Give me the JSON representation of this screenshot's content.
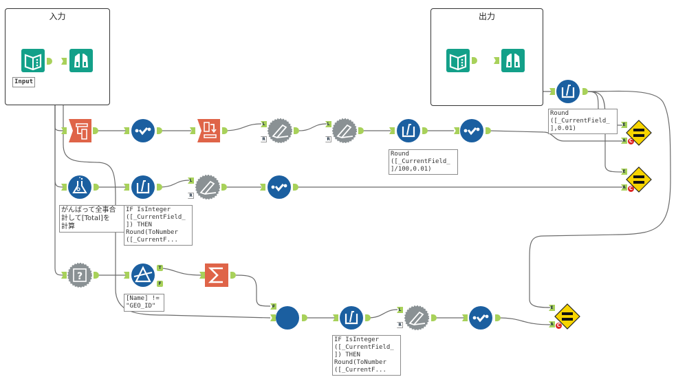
{
  "containers": {
    "input": {
      "title": "入力"
    },
    "output": {
      "title": "出力"
    }
  },
  "anchors": {
    "L": "L",
    "R": "R",
    "T": "T",
    "F": "F",
    "E": "E",
    "A": "A",
    "C": "C",
    "hash": "#"
  },
  "annotations": {
    "input_label": "Input",
    "formula_round_top": "Round\n([_CurrentField_\n],0.01)",
    "formula_round_row1": "Round\n([_CurrentField_\n]/100,0.01)",
    "multi_row_note": "がんばって全事合\n計して[Total]を\n計算",
    "formula_if_row2": "IF IsInteger\n([_CurrentField_\n]) THEN\nRound(ToNumber\n([_CurrentF...",
    "filter_note": "[Name] !=\n\"GEO_ID\"",
    "formula_if_row3": "IF IsInteger\n([_CurrentField_\n]) THEN\nRound(ToNumber\n([_CurrentF..."
  },
  "tools": [
    {
      "id": "input-in",
      "icon": "book-icon",
      "type": "input-data"
    },
    {
      "id": "input-browse",
      "icon": "binoculars-icon",
      "type": "browse"
    },
    {
      "id": "output-in",
      "icon": "book-icon",
      "type": "input-data"
    },
    {
      "id": "output-browse",
      "icon": "binoculars-icon",
      "type": "browse"
    },
    {
      "id": "transpose-1",
      "icon": "transpose-icon",
      "type": "transpose"
    },
    {
      "id": "select-1",
      "icon": "select-check-icon",
      "type": "select"
    },
    {
      "id": "crosstab-1",
      "icon": "crosstab-icon",
      "type": "cross-tab"
    },
    {
      "id": "dynamic-rename-1",
      "icon": "dynamic-rename-icon",
      "type": "dynamic-rename"
    },
    {
      "id": "dynamic-rename-2",
      "icon": "dynamic-rename-icon",
      "type": "dynamic-rename"
    },
    {
      "id": "multi-field-1",
      "icon": "multi-field-formula-icon",
      "type": "multi-field-formula"
    },
    {
      "id": "select-2",
      "icon": "select-check-icon",
      "type": "select"
    },
    {
      "id": "multi-field-top",
      "icon": "multi-field-formula-icon",
      "type": "multi-field-formula"
    },
    {
      "id": "test-1",
      "icon": "test-equal-icon",
      "type": "expect-equal"
    },
    {
      "id": "test-2",
      "icon": "test-equal-icon",
      "type": "expect-equal"
    },
    {
      "id": "multi-row",
      "icon": "flask-icon",
      "type": "multi-row-formula"
    },
    {
      "id": "multi-field-2",
      "icon": "multi-field-formula-icon",
      "type": "multi-field-formula"
    },
    {
      "id": "dynamic-rename-3",
      "icon": "dynamic-rename-icon",
      "type": "dynamic-rename"
    },
    {
      "id": "select-3",
      "icon": "select-check-icon",
      "type": "select"
    },
    {
      "id": "macro-q",
      "icon": "question-gear-icon",
      "type": "macro"
    },
    {
      "id": "filter-1",
      "icon": "filter-icon",
      "type": "filter"
    },
    {
      "id": "summarize-1",
      "icon": "sigma-icon",
      "type": "summarize"
    },
    {
      "id": "union-1",
      "icon": "union-circle-icon",
      "type": "union"
    },
    {
      "id": "multi-field-3",
      "icon": "multi-field-formula-icon",
      "type": "multi-field-formula"
    },
    {
      "id": "dynamic-rename-4",
      "icon": "dynamic-rename-icon",
      "type": "dynamic-rename"
    },
    {
      "id": "select-4",
      "icon": "select-check-icon",
      "type": "select"
    },
    {
      "id": "test-3",
      "icon": "test-equal-icon",
      "type": "expect-equal"
    }
  ],
  "colors": {
    "teal": "#13a089",
    "blue": "#1b5fa0",
    "orange": "#df6448",
    "gray": "#8a9194",
    "yellow": "#f7d400",
    "anchor": "#a8d15a",
    "wire": "#666666"
  }
}
